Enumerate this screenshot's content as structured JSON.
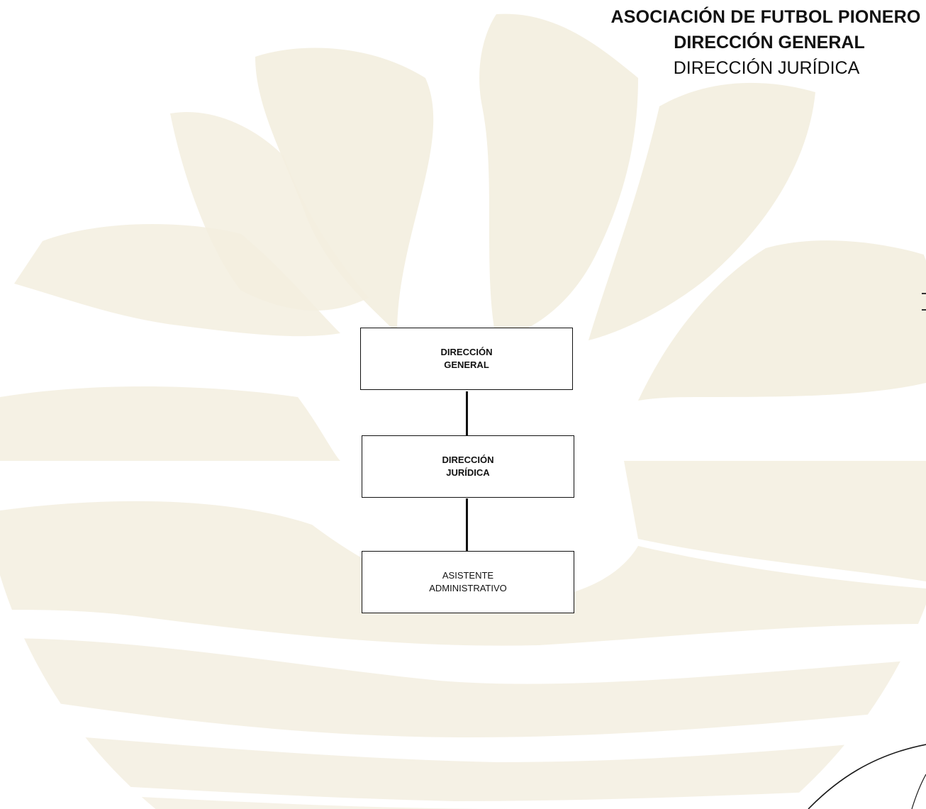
{
  "header": {
    "line1": "ASOCIACIÓN DE FUTBOL PIONERO",
    "line2": "DIRECCIÓN GENERAL",
    "line3": "DIRECCIÓN JURÍDICA"
  },
  "org_chart": {
    "nodes": [
      {
        "lines": [
          "DIRECCIÓN",
          "GENERAL"
        ]
      },
      {
        "lines": [
          "DIRECCIÓN",
          "JURÍDICA"
        ]
      },
      {
        "lines": [
          "ASISTENTE",
          "ADMINISTRATIVO"
        ]
      }
    ]
  },
  "colors": {
    "watermark": "#f3eedf",
    "ink": "#111111"
  }
}
